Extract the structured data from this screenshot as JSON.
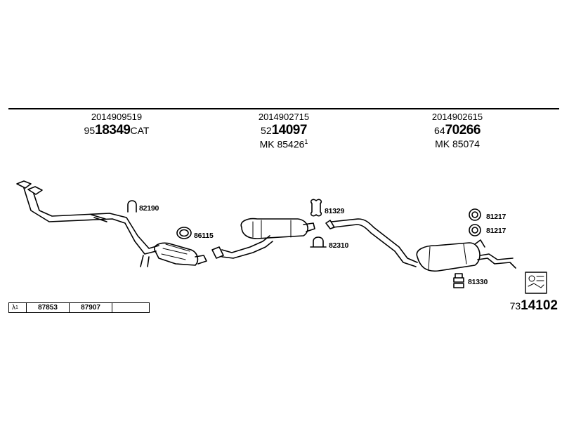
{
  "sections": [
    {
      "oe": "2014909519",
      "pn_prefix": "95",
      "pn_main": "18349",
      "pn_suffix": "CAT",
      "mk": "",
      "mk_sup": ""
    },
    {
      "oe": "2014902715",
      "pn_prefix": "52",
      "pn_main": "14097",
      "pn_suffix": "",
      "mk": "MK 85426",
      "mk_sup": "1"
    },
    {
      "oe": "2014902615",
      "pn_prefix": "64",
      "pn_main": "70266",
      "pn_suffix": "",
      "mk": "MK 85074",
      "mk_sup": ""
    }
  ],
  "part_labels": {
    "p82190": "82190",
    "p86115": "86115",
    "p81329": "81329",
    "p82310": "82310",
    "p81217a": "81217",
    "p81217b": "81217",
    "p81330": "81330"
  },
  "footer": {
    "symbol": "λ",
    "symbol_sup": "1",
    "c1": "87853",
    "c2": "87907",
    "c3": ""
  },
  "kit": {
    "prefix": "73",
    "main": "14102"
  }
}
